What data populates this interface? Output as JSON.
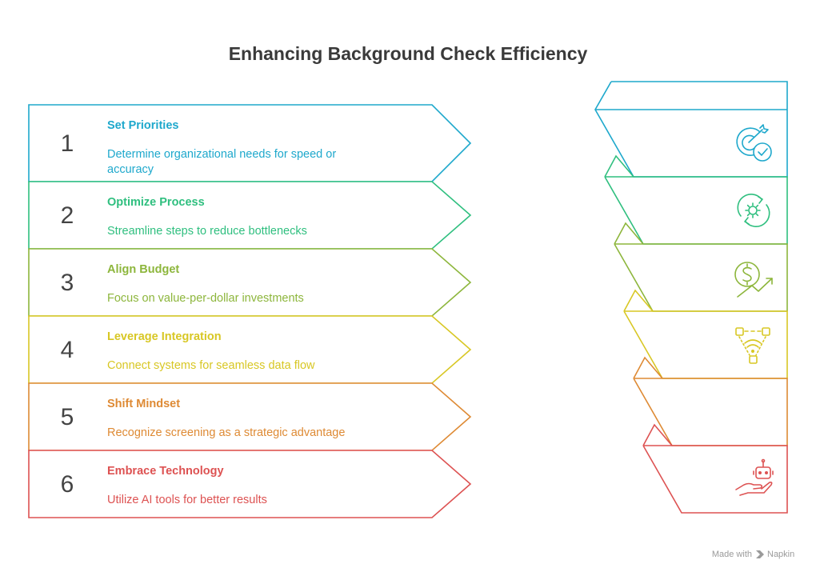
{
  "title": "Enhancing Background Check Efficiency",
  "colors": [
    "#1ea8cc",
    "#2fbf7f",
    "#8db63c",
    "#d8c724",
    "#de8a34",
    "#dd5252"
  ],
  "steps": [
    {
      "number": "1",
      "heading": "Set Priorities",
      "desc_lines": [
        "Determine organizational needs for speed or",
        "accuracy"
      ],
      "icon": "target-check-icon"
    },
    {
      "number": "2",
      "heading": "Optimize Process",
      "desc_lines": [
        "Streamline steps to reduce bottlenecks"
      ],
      "icon": "gear-refresh-icon"
    },
    {
      "number": "3",
      "heading": "Align Budget",
      "desc_lines": [
        "Focus on value-per-dollar investments"
      ],
      "icon": "dollar-growth-icon"
    },
    {
      "number": "4",
      "heading": "Leverage Integration",
      "desc_lines": [
        "Connect systems for seamless data flow"
      ],
      "icon": "network-wifi-icon"
    },
    {
      "number": "5",
      "heading": "Shift Mindset",
      "desc_lines": [
        "Recognize screening as a strategic advantage"
      ],
      "icon": ""
    },
    {
      "number": "6",
      "heading": "Embrace Technology",
      "desc_lines": [
        "Utilize AI tools for better results"
      ],
      "icon": "robot-hand-icon"
    }
  ],
  "footer": {
    "made_with": "Made with",
    "brand": "Napkin"
  }
}
